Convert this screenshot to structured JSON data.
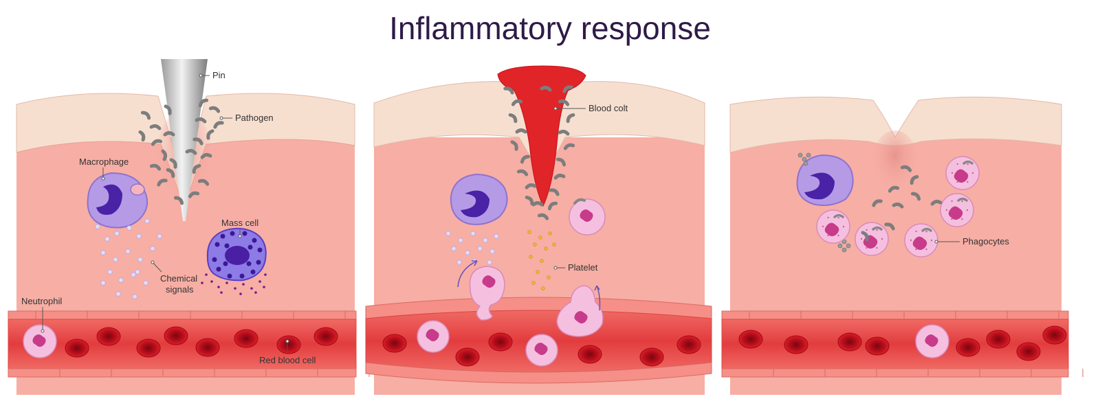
{
  "title": "Inflammatory response",
  "colors": {
    "title": "#2e1a47",
    "epidermis": "#f7dfd0",
    "dermis": "#f7aea4",
    "vessel_wall": "#f58f87",
    "vessel_inner": "#e9494a",
    "red_blood_cell": "#c5101e",
    "blood_clot": "#e12428",
    "pathogen": "#8a8a8a",
    "macrophage": "#b59be6",
    "macrophage_nucleus": "#4a22a6",
    "mast_cell": "#6f4fd6",
    "neutrophil": "#f5c0e0",
    "neutrophil_nucleus": "#c73b8a",
    "platelet": "#f5b63c",
    "chemical_signal": "#d8cdf2"
  },
  "panels": [
    {
      "id": "injury",
      "labels": {
        "pin": "Pin",
        "pathogen": "Pathogen",
        "macrophage": "Macrophage",
        "mass_cell": "Mass cell",
        "chemical_signals_line1": "Chemical",
        "chemical_signals_line2": "signals",
        "neutrophil": "Neutrophil",
        "red_blood_cell": "Red blood cell"
      }
    },
    {
      "id": "clotting",
      "labels": {
        "blood_clot": "Blood colt",
        "platelet": "Platelet"
      }
    },
    {
      "id": "phagocytosis",
      "labels": {
        "phagocytes": "Phagocytes"
      }
    }
  ]
}
